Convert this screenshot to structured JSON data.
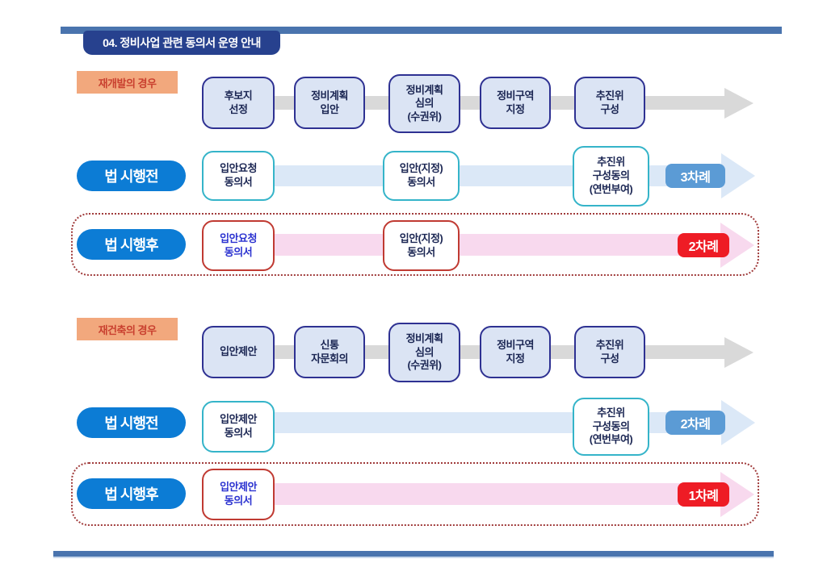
{
  "page": {
    "title": "04. 정비사업 관련 동의서 운영 안내"
  },
  "icons": {
    "flow_arrow": "right-arrow made of gray bar + triangle",
    "timeline_arrow_before": "light-blue bar + triangle",
    "timeline_arrow_after": "light-pink bar + triangle"
  },
  "colors": {
    "border_bar_blue": "#4a74ae",
    "title_bg": "#27418e",
    "section_label_bg": "#f2a87d",
    "section_label_text": "#c9402f",
    "flow_box_bg": "#dbe4f4",
    "flow_box_border": "#2e3192",
    "pill_bg": "#0c7cd5",
    "teal_box_border": "#35b4c9",
    "red_box_border": "#c03a32",
    "blue_badge_bg": "#5b9bd5",
    "red_badge_bg": "#ee1c25",
    "gray_arrow": "#d9d9d9",
    "blue_arrow_band": "#dbe8f7",
    "pink_arrow_band": "#f8d9ee",
    "navy_text": "#1b2653",
    "blue_text": "#2b32d0",
    "dotted_frame_border": "#a03b3b"
  },
  "sections": [
    {
      "label": "재개발의 경우",
      "flow_steps": [
        "후보지\n선정",
        "정비계획\n입안",
        "정비계획\n심의\n(수권위)",
        "정비구역\n지정",
        "추진위\n구성"
      ],
      "before": {
        "pill": "법 시행전",
        "boxes": [
          "입안요청\n동의서",
          "입안(지정)\n동의서",
          "추진위\n구성동의\n(연번부여)"
        ],
        "badge": "3차례"
      },
      "after": {
        "pill": "법 시행후",
        "boxes": [
          "입안요청\n동의서",
          "입안(지정)\n동의서"
        ],
        "badge": "2차례"
      }
    },
    {
      "label": "재건축의 경우",
      "flow_steps": [
        "입안제안",
        "신통\n자문회의",
        "정비계획\n심의\n(수권위)",
        "정비구역\n지정",
        "추진위\n구성"
      ],
      "before": {
        "pill": "법 시행전",
        "boxes": [
          "입안제안\n동의서",
          "추진위\n구성동의\n(연번부여)"
        ],
        "badge": "2차례"
      },
      "after": {
        "pill": "법 시행후",
        "boxes": [
          "입안제안\n동의서"
        ],
        "badge": "1차례"
      }
    }
  ]
}
